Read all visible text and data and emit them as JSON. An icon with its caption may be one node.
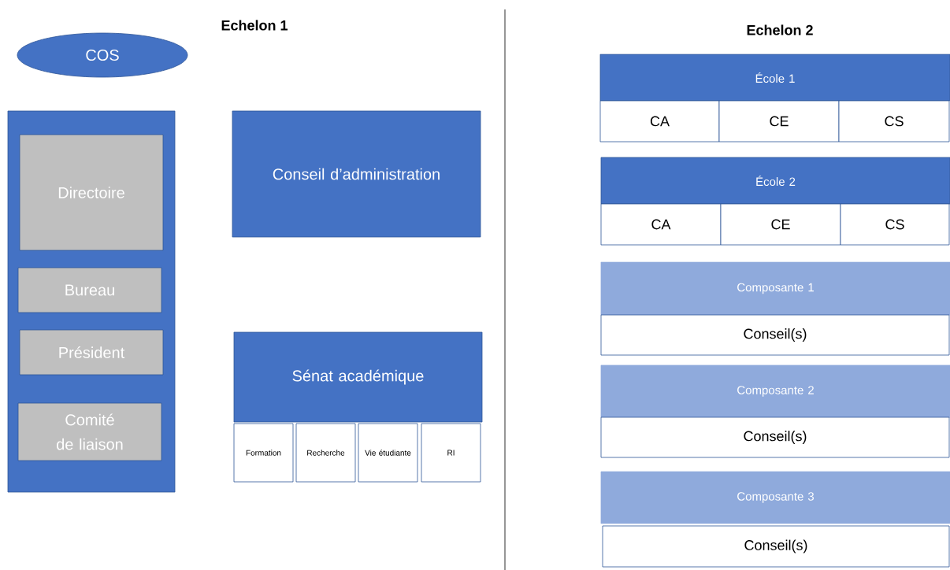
{
  "diagram": {
    "nodes": [
      {
        "text": [
          "COS"
        ]
      },
      {
        "text": [],
        "shape": "box"
      },
      {
        "text": [
          "Directoire"
        ],
        "in": 1
      },
      {
        "text": [
          "Bureau"
        ],
        "in": 1
      },
      {
        "text": [
          "Président"
        ],
        "in": 1
      },
      {
        "text": [
          "Comité de liaison"
        ],
        "in": 1
      },
      {
        "text": [
          "Conseil d’administration"
        ]
      },
      {
        "text": [
          "Sénat académique"
        ]
      },
      {
        "text": [
          "Formation"
        ]
      },
      {
        "text": [
          "Recherche"
        ]
      },
      {
        "text": [
          "Vie étudiante"
        ]
      },
      {
        "text": [
          "RI"
        ]
      },
      {
        "text": [
          "École 1"
        ]
      },
      {
        "text": [
          "CA"
        ]
      },
      {
        "text": [
          "CE"
        ]
      },
      {
        "text": [
          "CS"
        ]
      },
      {
        "text": [
          "École 2"
        ]
      },
      {
        "text": [
          "CA"
        ]
      },
      {
        "text": [
          "CE"
        ]
      },
      {
        "text": [
          "CS"
        ]
      },
      {
        "text": [
          "Composante 1"
        ]
      },
      {
        "text": [
          "Conseil(s)"
        ]
      },
      {
        "text": [
          "Composante 2"
        ]
      },
      {
        "text": [
          "Conseil(s)"
        ]
      },
      {
        "text": [
          "Composante 3"
        ]
      },
      {
        "text": [
          "Conseil(s)"
        ]
      }
    ],
    "labels": [
      "Echelon 1",
      "Echelon 2"
    ]
  }
}
